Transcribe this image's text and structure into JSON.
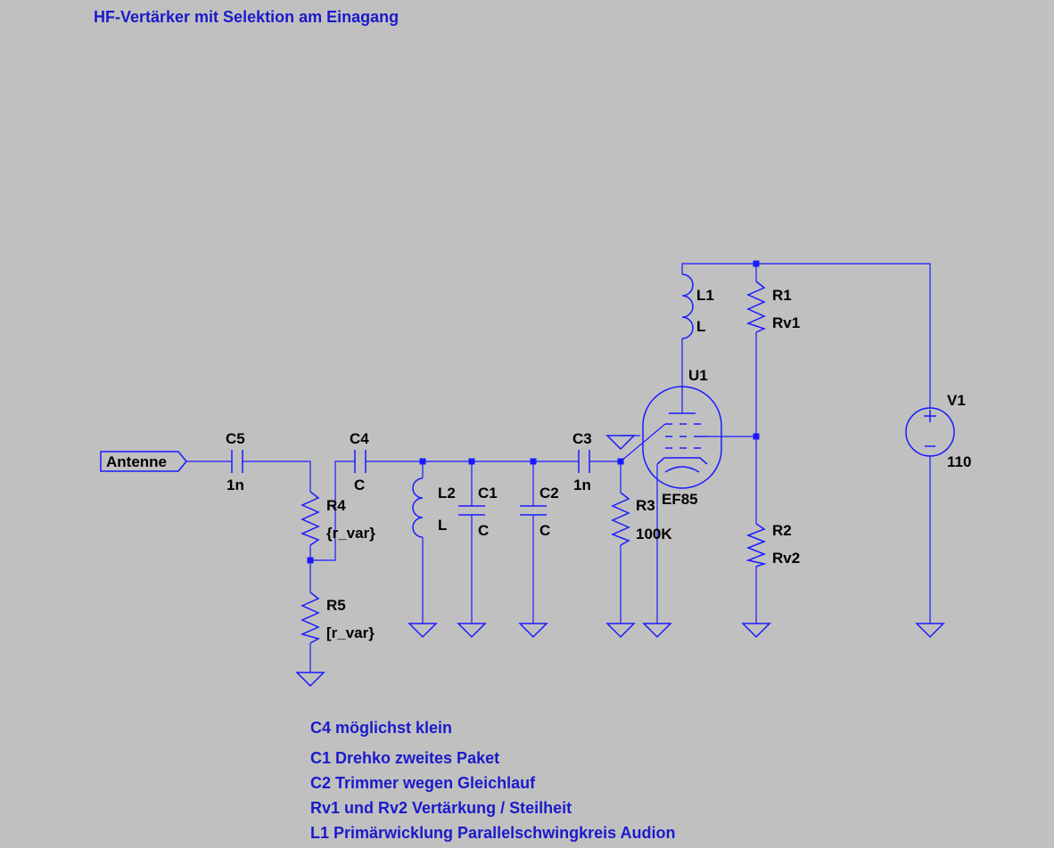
{
  "title": "HF-Vertärker mit Selektion am Einagang",
  "port": {
    "name": "Antenne"
  },
  "components": {
    "C5": {
      "ref": "C5",
      "value": "1n"
    },
    "C4": {
      "ref": "C4",
      "value": "C"
    },
    "C3": {
      "ref": "C3",
      "value": "1n"
    },
    "C1": {
      "ref": "C1",
      "value": "C"
    },
    "C2": {
      "ref": "C2",
      "value": "C"
    },
    "L1": {
      "ref": "L1",
      "value": "L"
    },
    "L2": {
      "ref": "L2",
      "value": "L"
    },
    "R1": {
      "ref": "R1",
      "value": "Rv1"
    },
    "R2": {
      "ref": "R2",
      "value": "Rv2"
    },
    "R3": {
      "ref": "R3",
      "value": "100K"
    },
    "R4": {
      "ref": "R4",
      "value": "{r_var}"
    },
    "R5": {
      "ref": "R5",
      "value": "[r_var}"
    },
    "U1": {
      "ref": "U1",
      "value": "EF85"
    },
    "V1": {
      "ref": "V1",
      "value": "110"
    }
  },
  "notes": [
    "C4 möglichst klein",
    "C1 Drehko zweites Paket",
    "C2 Trimmer wegen Gleichlauf",
    "Rv1 und Rv2 Vertärkung / Steilheit",
    "L1 Primärwicklung Parallelschwingkreis Audion"
  ],
  "colors": {
    "background": "#c0c0c0",
    "wire": "#1a1aff",
    "annotation_text": "#1a1acc",
    "label_text": "#000000"
  }
}
